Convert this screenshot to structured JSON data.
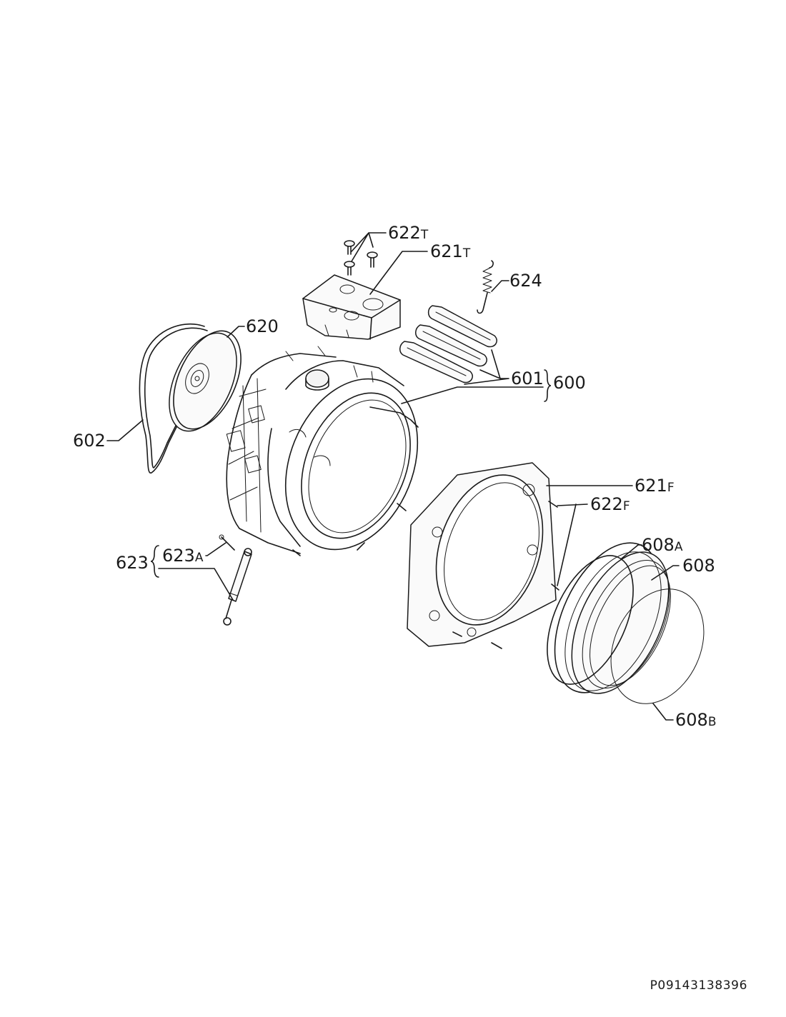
{
  "labels": {
    "p622t": {
      "num": "622",
      "sfx": "T"
    },
    "p621t": {
      "num": "621",
      "sfx": "T"
    },
    "p624": {
      "num": "624",
      "sfx": ""
    },
    "p620": {
      "num": "620",
      "sfx": ""
    },
    "p601": {
      "num": "601",
      "sfx": ""
    },
    "p600": {
      "num": "600",
      "sfx": ""
    },
    "p602": {
      "num": "602",
      "sfx": ""
    },
    "p621f": {
      "num": "621",
      "sfx": "F"
    },
    "p622f": {
      "num": "622",
      "sfx": "F"
    },
    "p608a": {
      "num": "608",
      "sfx": "A"
    },
    "p608": {
      "num": "608",
      "sfx": ""
    },
    "p623": {
      "num": "623",
      "sfx": ""
    },
    "p623a": {
      "num": "623",
      "sfx": "A"
    },
    "p608b": {
      "num": "608",
      "sfx": "B"
    }
  },
  "reference_code": "P09143138396"
}
